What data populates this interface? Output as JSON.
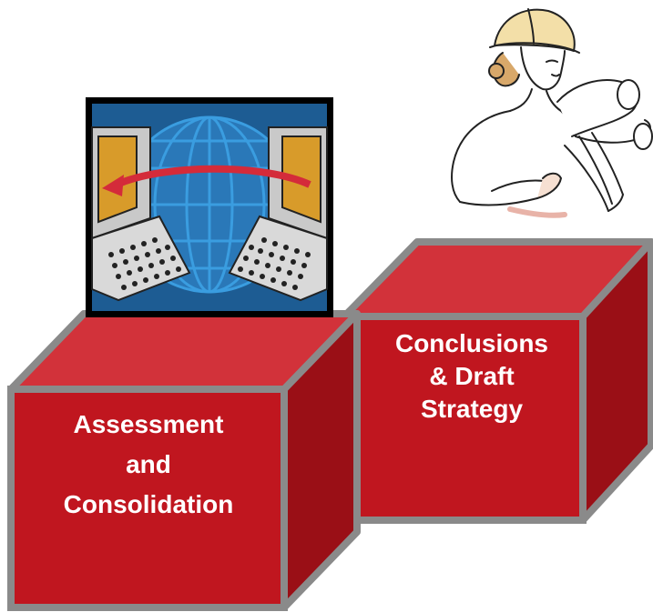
{
  "boxes": [
    {
      "id": "assessment",
      "label_lines": [
        "Assessment",
        "and",
        "Consolidation"
      ]
    },
    {
      "id": "conclusions",
      "label_lines": [
        "Conclusions",
        "& Draft",
        "Strategy"
      ]
    }
  ],
  "images": {
    "network_clipart": "network-exchange-icon",
    "engineer_clipart": "engineer-with-blueprints-icon"
  },
  "colors": {
    "box_front": "#c0161f",
    "box_top": "#d2323a",
    "box_side": "#9a0f16",
    "box_edge": "#8a8a8a",
    "globe_bg": "#1d5c93",
    "globe_lines": "#3a9de0",
    "arrow": "#d42b3a",
    "screen_gold": "#d89b2a"
  }
}
